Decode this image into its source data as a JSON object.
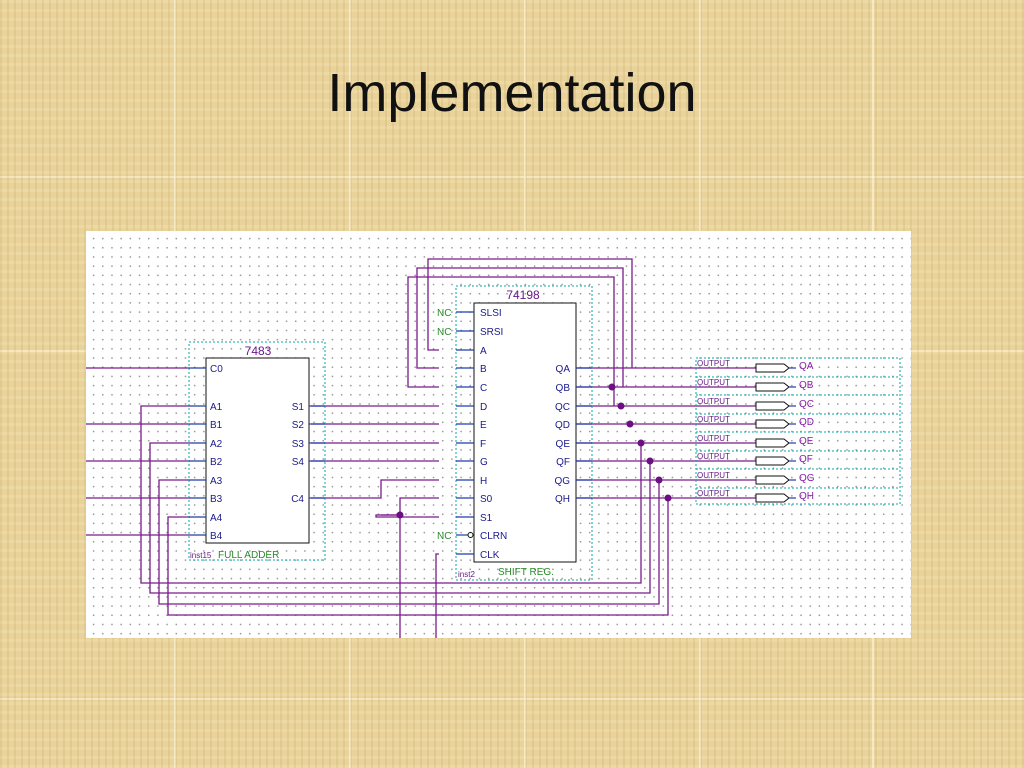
{
  "slide": {
    "title": "Implementation"
  },
  "adder": {
    "part_number": "7483",
    "instance": "inst15",
    "name": "FULL ADDER",
    "left_pins": [
      "C0",
      "A1",
      "B1",
      "A2",
      "B2",
      "A3",
      "B3",
      "A4",
      "B4"
    ],
    "right_pins": [
      "S1",
      "S2",
      "S3",
      "S4",
      "C4"
    ]
  },
  "shiftreg": {
    "part_number": "74198",
    "instance": "inst2",
    "name": "SHIFT REG.",
    "left_pins": [
      "SLSI",
      "SRSI",
      "A",
      "B",
      "C",
      "D",
      "E",
      "F",
      "G",
      "H",
      "S0",
      "S1",
      "CLRN",
      "CLK"
    ],
    "right_pins": [
      "QA",
      "QB",
      "QC",
      "QD",
      "QE",
      "QF",
      "QG",
      "QH"
    ],
    "nc_label": "NC"
  },
  "outputs": {
    "pin_type": "OUTPUT",
    "names": [
      "QA",
      "QB",
      "QC",
      "QD",
      "QE",
      "QF",
      "QG",
      "QH"
    ]
  },
  "colors": {
    "wire": "#7a1a8a",
    "pin_line": "#1e3faa",
    "block_frame": "#00aaaa",
    "nc_text": "#2a8a2a"
  }
}
